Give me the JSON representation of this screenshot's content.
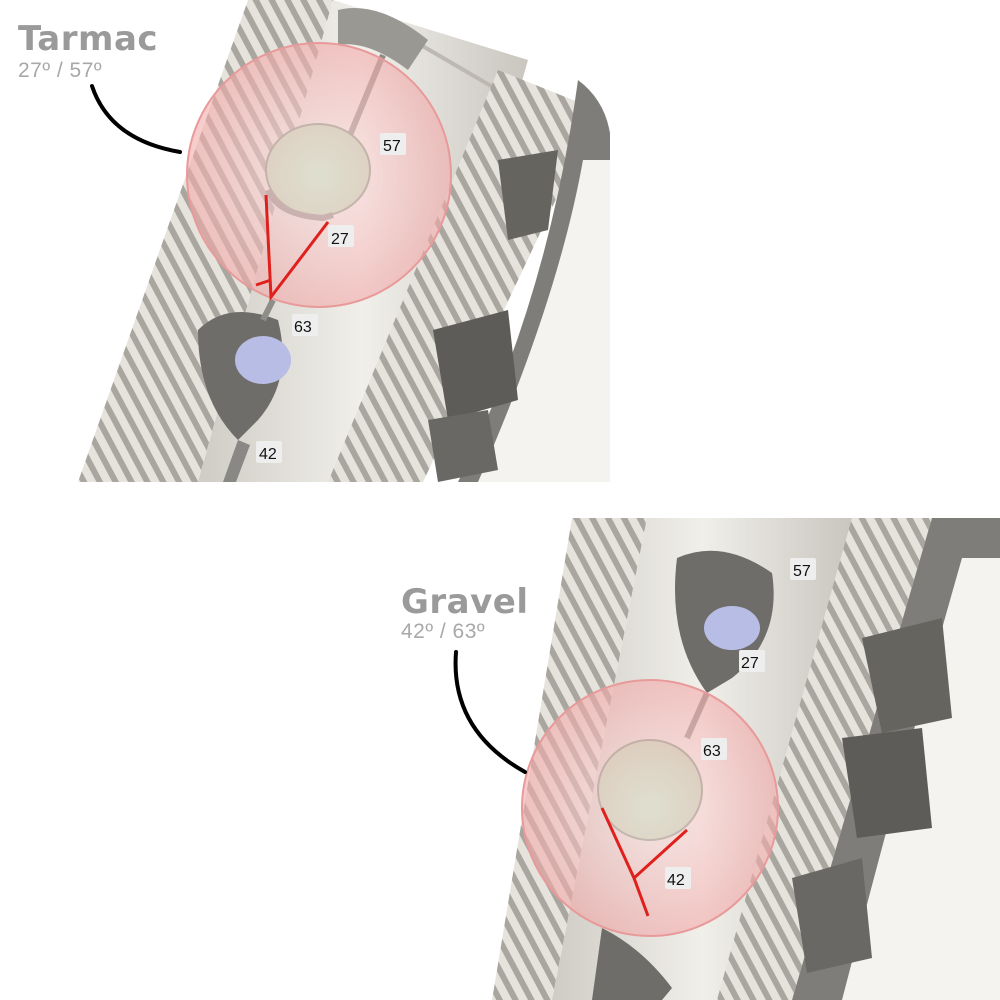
{
  "tarmac": {
    "title": "Tarmac",
    "angles": "27º / 57º",
    "labels": [
      "57",
      "27",
      "63",
      "42"
    ]
  },
  "gravel": {
    "title": "Gravel",
    "angles": "42º / 63º",
    "labels": [
      "57",
      "27",
      "63",
      "42"
    ]
  },
  "colors": {
    "highlight": "#f2b5b5",
    "angle_line": "#e0201c",
    "pin_green": "#b9d7b5",
    "pin_blue": "#b8bde6",
    "metal": "#d9d6cf"
  }
}
